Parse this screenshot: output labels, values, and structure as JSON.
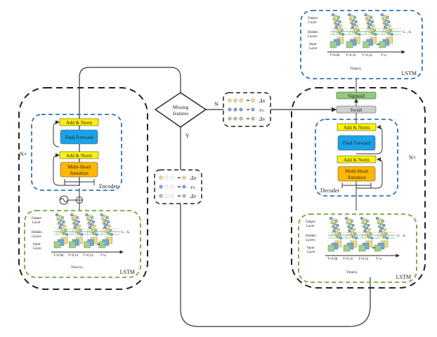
{
  "encoder": {
    "repeat_label": "N×",
    "block_label": "Encoder",
    "add_norm_top": "Add & Norm",
    "feed_forward": "Feed Forward",
    "add_norm_bottom": "Add & Norm",
    "mha_line1": "Multi-Head",
    "mha_line2": "Attention"
  },
  "decoder": {
    "repeat_label": "N×",
    "block_label": "Decoder",
    "sigmoid": "Sigmoid",
    "swish": "Swish",
    "add_norm_top": "Add & Norm",
    "feed_forward": "Feed Forward",
    "add_norm_bottom": "Add & Norm",
    "mha_line1": "Multi-Head",
    "mha_line2": "Attention"
  },
  "lstm": {
    "title": "LSTM",
    "output_layer": [
      "Output",
      "Layer"
    ],
    "hidden_layers": [
      "Hidden",
      "Layers"
    ],
    "input_layer": [
      "Input",
      "Layer"
    ],
    "timesteps": [
      "T=0.08",
      "T=0.16",
      "T=0.24",
      "T=n"
    ],
    "time_axis_left": "Time (s)",
    "time_axis_top": "Time(s)",
    "time_axis_right": "Time(s)",
    "state_label": "Cₜ , hₜ"
  },
  "decision": {
    "line1": "Missing",
    "line2": "features",
    "no": "N",
    "yes": "Y"
  },
  "features": {
    "rows": [
      "Δx",
      "vₙ",
      "Δv"
    ],
    "ellipsis": "–"
  },
  "colors": {
    "yellow_block": "#fff200",
    "feed_forward": "#1aa3e8",
    "attention": "#ffb800",
    "sigmoid": "#8fc97a",
    "swish": "#cfcfcf",
    "blue_dash": "#2e75b6",
    "green_dash": "#70a83c",
    "black_dash": "#222222",
    "node_yellow": "#f2de7a",
    "node_blue": "#6fa8dc",
    "node_green": "#9fcf8a"
  }
}
